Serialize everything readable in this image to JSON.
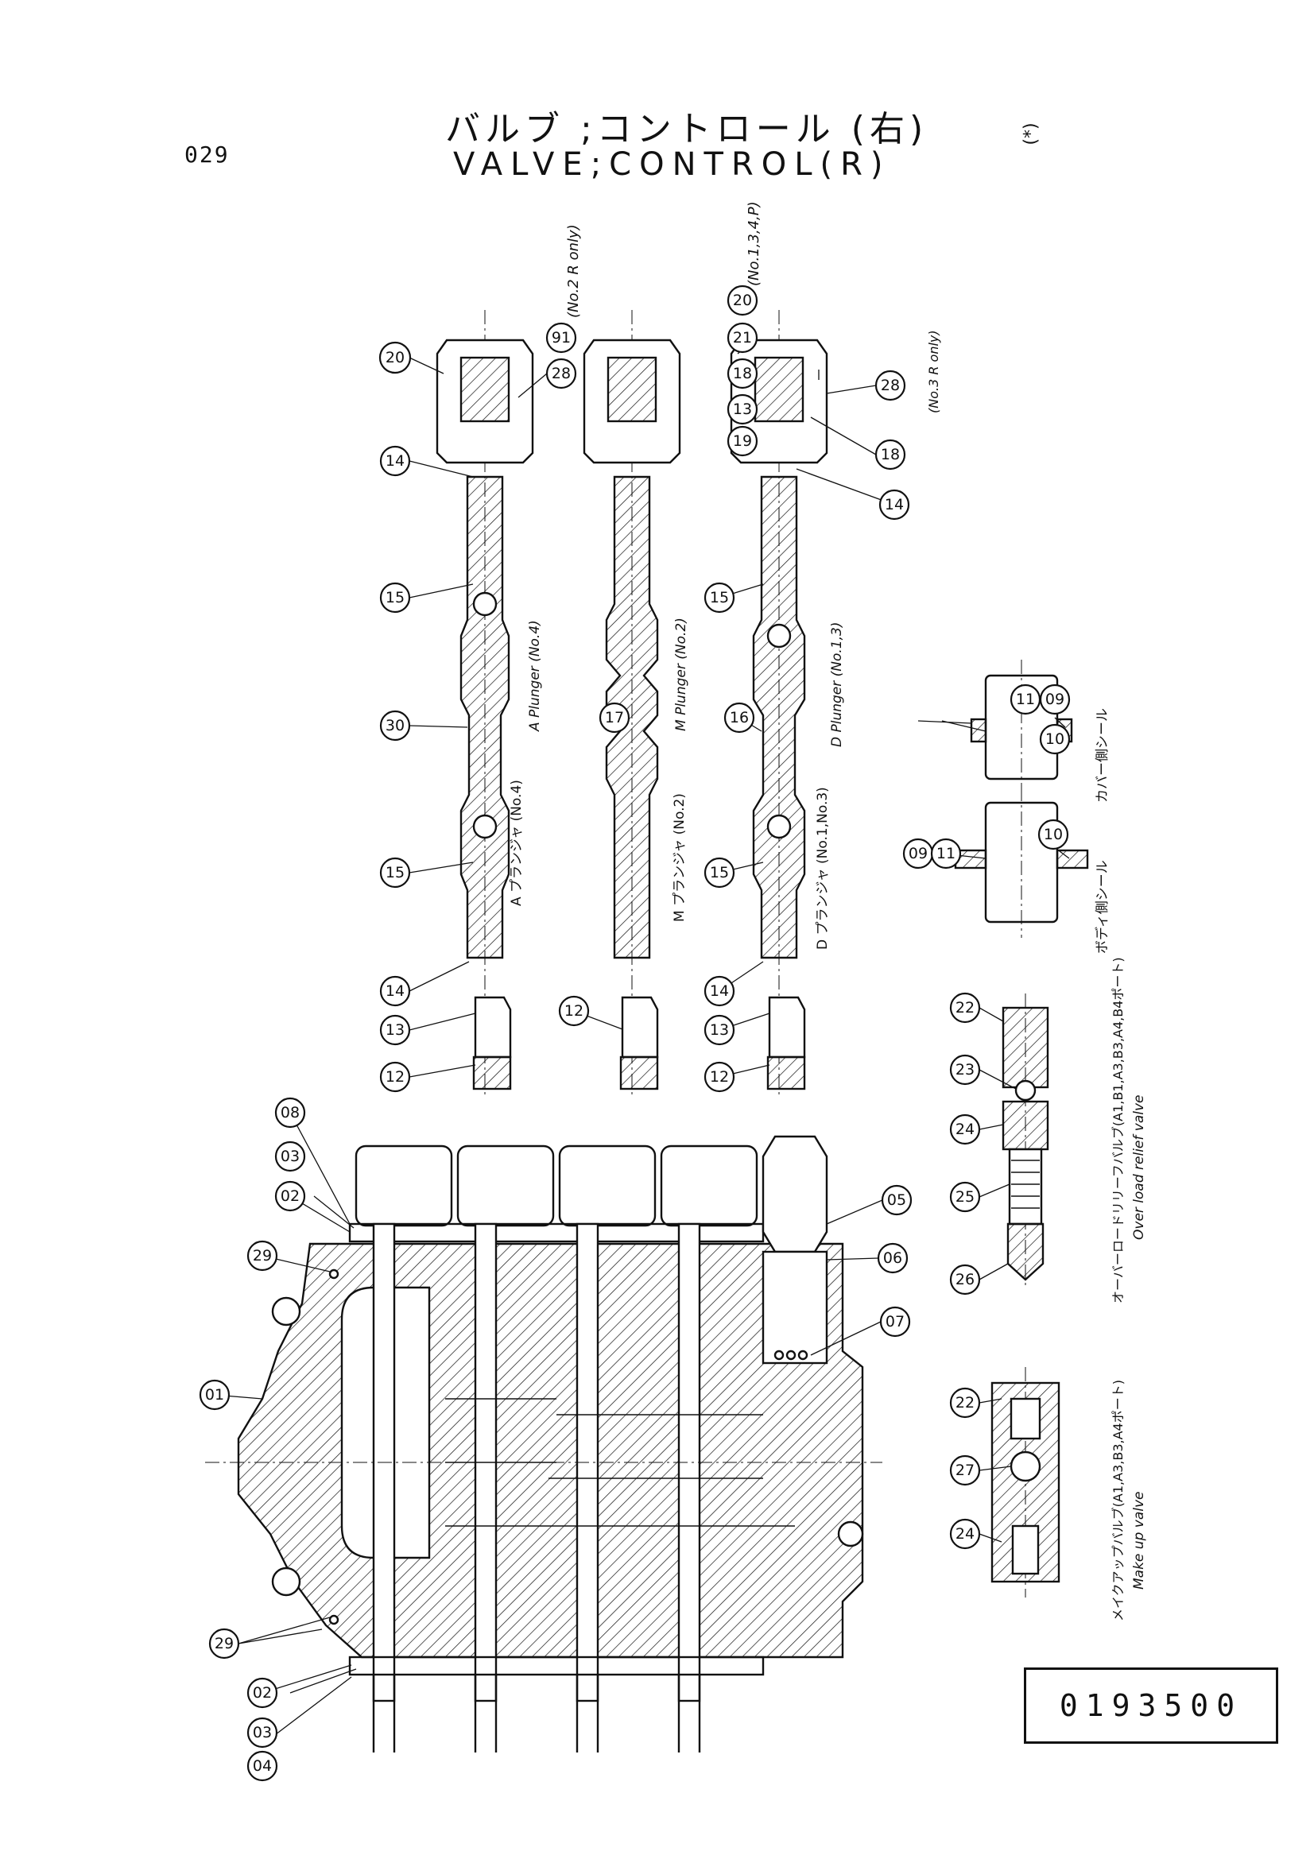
{
  "page_number": "029",
  "title_jp": "バルブ ;コントロール (右)",
  "title_en": "VALVE;CONTROL(R)",
  "stray_mark": "(*)",
  "drawing_number": "0193500",
  "notes": {
    "no2r_only": "(No.2 R only)",
    "no134p": "(No.1,3,4,P)",
    "no3r_only": "(No.3 R only)"
  },
  "labels": {
    "a_plunger_en": "A Plunger (No.4)",
    "a_plunger_jp": "A プランジャ (No.4)",
    "m_plunger_en": "M Plunger (No.2)",
    "m_plunger_jp": "M プランジャ (No.2)",
    "d_plunger_en": "D Plunger (No.1,3)",
    "d_plunger_jp": "D プランジャ (No.1,No.3)",
    "cover_side_seal": "カバー側シール",
    "body_side_seal": "ボディ側シール",
    "overload_relief_jp": "オーバーロードリリーフバルブ(A1,B1,A3,B3,A4,B4ポート)",
    "overload_relief_en": "Over load relief valve",
    "makeup_jp": "メイクアップバルブ(A1,A3,B3,A4ポート)",
    "makeup_en": "Make up valve"
  },
  "callouts": {
    "c01": "01",
    "c02": "02",
    "c03": "03",
    "c04": "04",
    "c05": "05",
    "c06": "06",
    "c07": "07",
    "c08": "08",
    "c09": "09",
    "c10": "10",
    "c11": "11",
    "c12": "12",
    "c13": "13",
    "c14": "14",
    "c15": "15",
    "c16": "16",
    "c17": "17",
    "c18": "18",
    "c19": "19",
    "c20": "20",
    "c21": "21",
    "c22": "22",
    "c23": "23",
    "c24": "24",
    "c25": "25",
    "c26": "26",
    "c27": "27",
    "c28": "28",
    "c29": "29",
    "c30": "30",
    "c91": "91"
  }
}
